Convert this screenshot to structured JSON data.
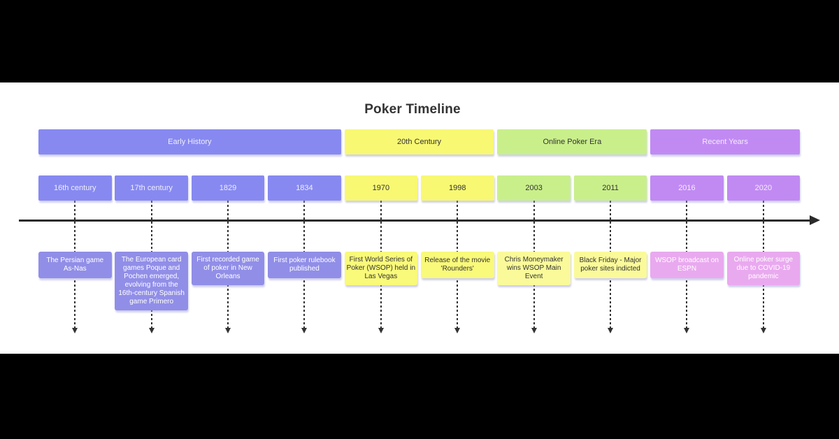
{
  "title": "Poker Timeline",
  "colors": {
    "page_background": "#000000",
    "canvas_background": "#ffffff",
    "title_text": "#333333",
    "axis": "#2b2b2b",
    "connector": "#333333"
  },
  "sections": [
    {
      "label": "Early History",
      "col_start": 0,
      "col_end": 3,
      "band_color": "#8789f1",
      "band_text_color": "#eeedfb",
      "event_color": "#918ee8",
      "event_text_color": "#ffffff"
    },
    {
      "label": "20th Century",
      "col_start": 4,
      "col_end": 5,
      "band_color": "#f8f873",
      "band_text_color": "#333333",
      "event_color": "#f9f97a",
      "event_text_color": "#333333"
    },
    {
      "label": "Online Poker Era",
      "col_start": 6,
      "col_end": 7,
      "band_color": "#c9ef8b",
      "band_text_color": "#333333",
      "event_color": "#fafa9a",
      "event_text_color": "#333333"
    },
    {
      "label": "Recent Years",
      "col_start": 8,
      "col_end": 9,
      "band_color": "#c18af3",
      "band_text_color": "#f4ecfc",
      "event_color": "#e9a9ef",
      "event_text_color": "#ffffff"
    }
  ],
  "events": [
    {
      "period": "16th century",
      "section": 0,
      "description": "The Persian game As-Nas"
    },
    {
      "period": "17th century",
      "section": 0,
      "description": "The European card games Poque and Pochen emerged, evolving from the 16th-century Spanish game Primero"
    },
    {
      "period": "1829",
      "section": 0,
      "description": "First recorded game of poker in New Orleans"
    },
    {
      "period": "1834",
      "section": 0,
      "description": "First poker rulebook published"
    },
    {
      "period": "1970",
      "section": 1,
      "description": "First World Series of Poker (WSOP) held in Las Vegas"
    },
    {
      "period": "1998",
      "section": 1,
      "description": "Release of the movie 'Rounders'"
    },
    {
      "period": "2003",
      "section": 2,
      "description": "Chris Moneymaker wins WSOP Main Event"
    },
    {
      "period": "2011",
      "section": 2,
      "description": "Black Friday - Major poker sites indicted"
    },
    {
      "period": "2016",
      "section": 3,
      "description": "WSOP broadcast on ESPN"
    },
    {
      "period": "2020",
      "section": 3,
      "description": "Online poker surge due to COVID-19 pandemic"
    }
  ]
}
